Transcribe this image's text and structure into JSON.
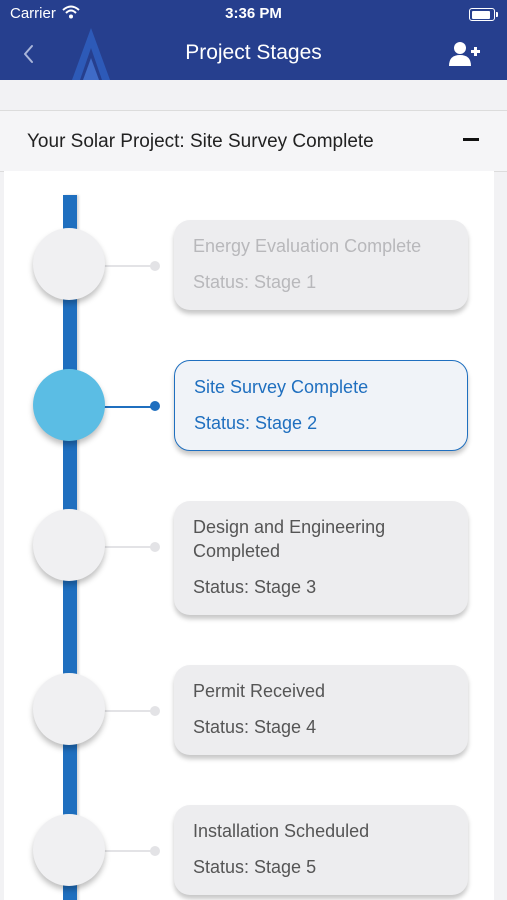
{
  "status_bar": {
    "carrier": "Carrier",
    "time": "3:36 PM"
  },
  "nav": {
    "title": "Project Stages"
  },
  "project": {
    "title": "Your Solar Project: Site Survey Complete"
  },
  "stages": [
    {
      "title": "Energy Evaluation Complete",
      "status": "Status: Stage 1",
      "state": "completed"
    },
    {
      "title": "Site Survey Complete",
      "status": "Status: Stage 2",
      "state": "current"
    },
    {
      "title": "Design and Engineering Completed",
      "status": "Status: Stage 3",
      "state": "upcoming"
    },
    {
      "title": "Permit Received",
      "status": "Status: Stage 4",
      "state": "upcoming"
    },
    {
      "title": "Installation Scheduled",
      "status": "Status: Stage 5",
      "state": "upcoming"
    }
  ],
  "colors": {
    "nav_bg": "#263f8e",
    "accent": "#1f6fbf",
    "active_node": "#5bbde4"
  },
  "icons": [
    "wifi-icon",
    "battery-icon",
    "back-chevron-icon",
    "logo-icon",
    "add-user-icon",
    "collapse-icon"
  ]
}
